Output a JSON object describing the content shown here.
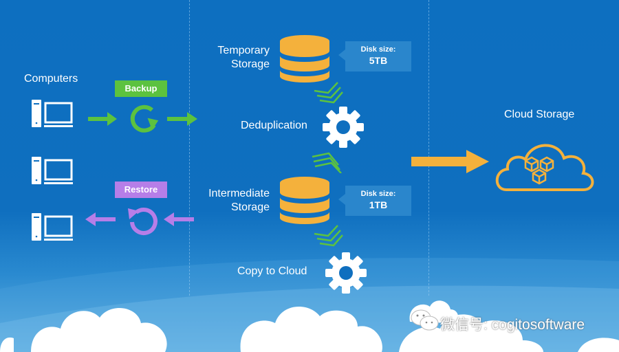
{
  "colors": {
    "background": "#0f6fbf",
    "backup": "#5cc23f",
    "restore": "#b67ee8",
    "storage": "#f4b13c",
    "bubble": "#2a86cc",
    "text": "#ffffff"
  },
  "computers": {
    "label": "Computers",
    "icon": "desktop-laptop-icon",
    "count": 3
  },
  "backup": {
    "label": "Backup",
    "icon": "refresh-clockwise-icon"
  },
  "restore": {
    "label": "Restore",
    "icon": "refresh-counterclockwise-icon"
  },
  "temporary_storage": {
    "label_line1": "Temporary",
    "label_line2": "Storage",
    "icon": "database-icon",
    "disk_label": "Disk size:",
    "disk_value": "5TB"
  },
  "deduplication": {
    "label": "Deduplication",
    "icon": "gear-icon"
  },
  "intermediate_storage": {
    "label_line1": "Intermediate",
    "label_line2": "Storage",
    "icon": "database-icon",
    "disk_label": "Disk size:",
    "disk_value": "1TB"
  },
  "copy_to_cloud": {
    "label": "Copy to Cloud",
    "icon": "gear-icon"
  },
  "cloud_storage": {
    "label": "Cloud Storage",
    "icon": "cloud-cubes-icon"
  },
  "watermark": {
    "text": "微信号: cogitosoftware",
    "icon": "wechat-icon"
  }
}
